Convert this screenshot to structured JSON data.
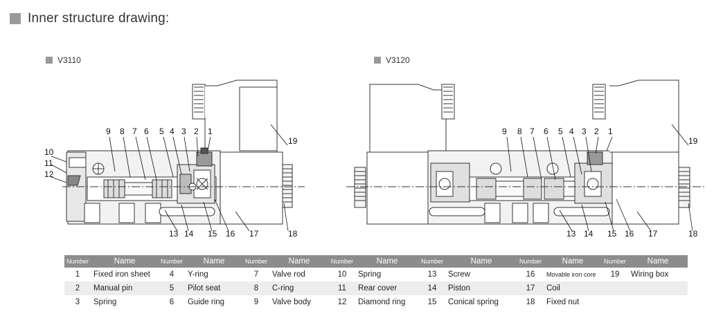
{
  "section_title": "Inner structure drawing:",
  "models": {
    "left": "V3110",
    "right": "V3120"
  },
  "left_callouts_top": [
    "9",
    "8",
    "7",
    "6",
    "5",
    "4",
    "3",
    "2",
    "1"
  ],
  "left_callouts_side": [
    "10",
    "11",
    "12"
  ],
  "left_callouts_bottom": [
    "13",
    "14",
    "15",
    "16",
    "17",
    "18"
  ],
  "left_callout_box": "19",
  "right_callouts_top": [
    "9",
    "8",
    "7",
    "6",
    "5",
    "4",
    "3",
    "2",
    "1"
  ],
  "right_callouts_bottom": [
    "13",
    "14",
    "15",
    "16",
    "17",
    "18"
  ],
  "right_callout_box": "19",
  "table": {
    "headers": [
      "Number",
      "Name",
      "Number",
      "Name",
      "Number",
      "Name",
      "Number",
      "Name",
      "Number",
      "Name",
      "Number",
      "Name",
      "Number",
      "Name"
    ],
    "rows": [
      [
        "1",
        "Fixed iron sheet",
        "4",
        "Y-ring",
        "7",
        "Valve rod",
        "10",
        "Spring",
        "13",
        "Screw",
        "16",
        "Movable iron core",
        "19",
        "Wiring box"
      ],
      [
        "2",
        "Manual pin",
        "5",
        "Pilot seat",
        "8",
        "C-ring",
        "11",
        "Rear cover",
        "14",
        "Piston",
        "17",
        "Coil",
        "",
        ""
      ],
      [
        "3",
        "Spring",
        "6",
        "Guide ring",
        "9",
        "Valve body",
        "12",
        "Diamond ring",
        "15",
        "Conical spring",
        "18",
        "Fixed nut",
        "",
        ""
      ]
    ]
  },
  "colors": {
    "accent_gray": "#9a9a9a",
    "header_bg": "#8c8c8c",
    "row_alt": "#ededed"
  }
}
